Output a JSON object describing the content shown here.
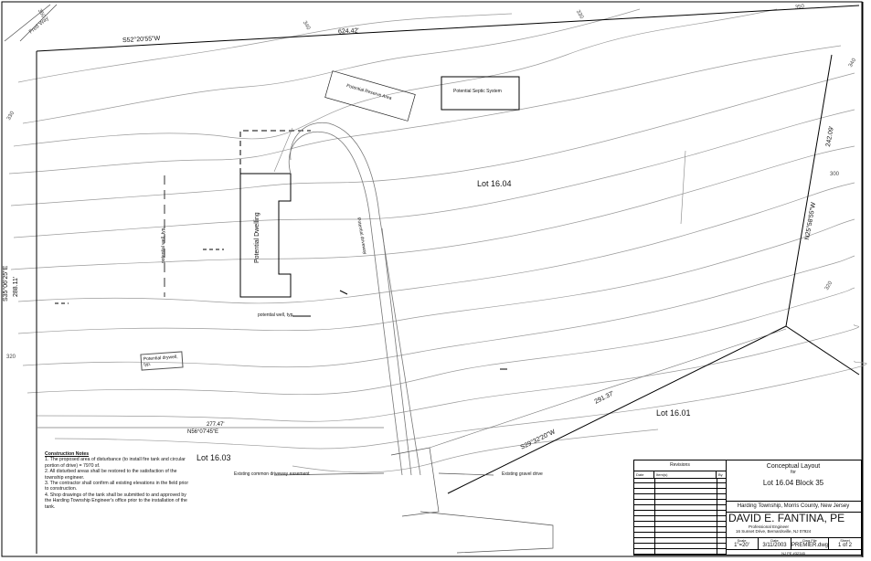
{
  "plan": {
    "labels": {
      "bearing_top": "S52°20'55\"W",
      "dist_top": "624.42'",
      "bearing_left": "S35°06'25\"E",
      "dist_left": "288.11'",
      "bearing_right": "N25°58'55\"W",
      "dist_right": "242.09'",
      "bearing_lower": "S29°32'20\"W",
      "dist_lower": "291.37'",
      "bearing_bottom": "N56°07'45\"E",
      "dist_bottom": "277.47'",
      "road": "Fred Way",
      "lot_main": "Lot 16.04",
      "lot_right": "Lot 16.01",
      "lot_left": "Lot 16.03",
      "reserve_area": "Potential Reserve Area",
      "septic_system": "Potential Septic System",
      "dwelling": "Potential Dwelling",
      "driveway": "Potential driveway",
      "well": "potential well, typ.",
      "drywell": "Potential drywell, typ.",
      "potential_well_side": "potential well, typ.",
      "easement": "Existing common driveway easement",
      "gravel_drive": "Existing gravel drive"
    },
    "contours": [
      "350",
      "340",
      "330",
      "320",
      "300",
      "340",
      "350",
      "330",
      "320"
    ]
  },
  "notes": {
    "heading": "Construction Notes",
    "items": [
      "1. The proposed area of disturbance (to install fire tank and circular portion of drive) = 7970 sf.",
      "2. All disturbed areas shall be restored to the satisfaction of the township engineer.",
      "3. The contractor shall confirm all existing elevations in the field prior to construction.",
      "4. Shop drawings of the tank shall be submitted to and approved by the Harding Township Engineer's office prior to the installation of the tank."
    ]
  },
  "titleblock": {
    "revisions_header": "Revisions",
    "rev_cols": [
      "Date",
      "Item(s)",
      "By"
    ],
    "title": "Conceptual Layout",
    "title_for": "for",
    "subtitle": "Lot 16.04 Block 35",
    "location": "Harding Township, Morris County, New Jersey",
    "engineer": "DAVID E. FANTINA, PE",
    "engineer_role": "Professional Engineer",
    "engineer_address": "16 Sunset Drive, Bernardsville, NJ 07924",
    "fields": [
      {
        "label": "Scale",
        "value": "1\"=20'"
      },
      {
        "label": "Date",
        "value": "3/11/2003"
      },
      {
        "label": "Dwg File",
        "value": "PREMIER.dwg"
      },
      {
        "label": "Sheet",
        "value": "1 of 2"
      }
    ],
    "license": "NJ PE #32345"
  }
}
